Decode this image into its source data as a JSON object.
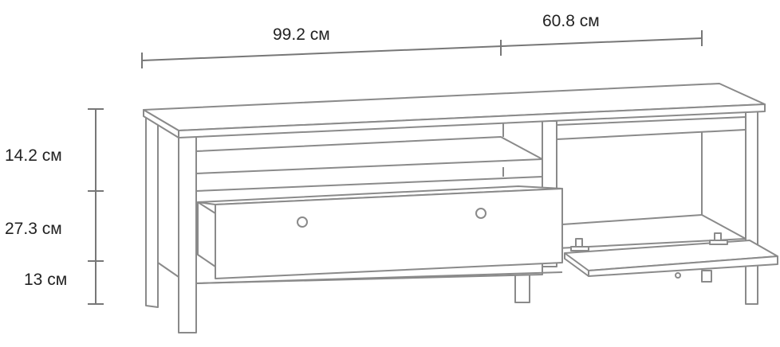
{
  "dimensions": {
    "width_left": "99.2 см",
    "width_right": "60.8 см",
    "height_top": "14.2 см",
    "height_middle": "27.3 см",
    "height_bottom": "13 см"
  },
  "colors": {
    "line": "#8a8a8a",
    "text": "#222222"
  }
}
